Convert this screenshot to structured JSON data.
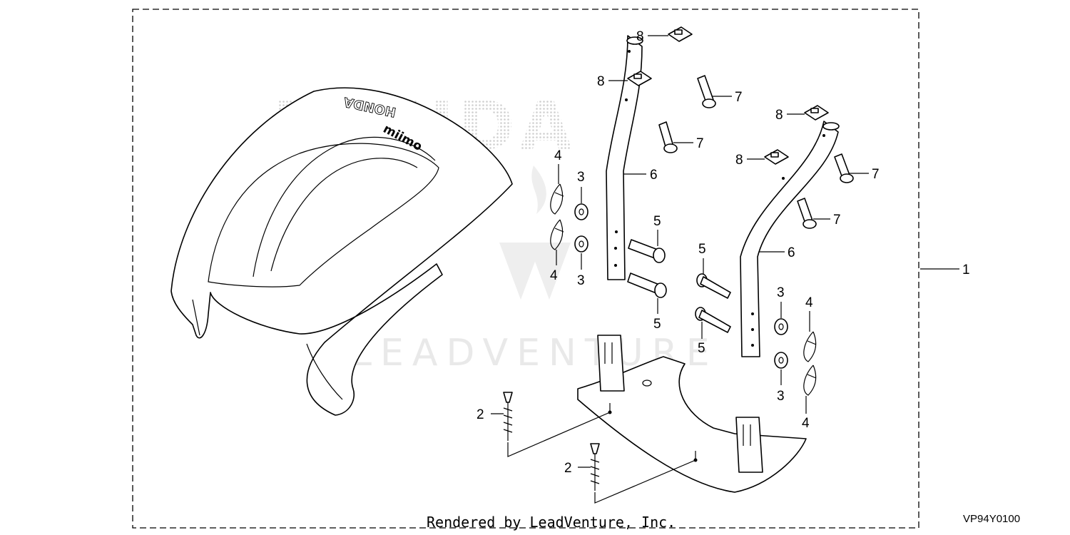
{
  "watermark": {
    "brand": "HONDA",
    "company": "LEADVENTURE"
  },
  "callouts": [
    {
      "id": "c1",
      "label": "1"
    },
    {
      "id": "c2a",
      "label": "2"
    },
    {
      "id": "c2b",
      "label": "2"
    },
    {
      "id": "c3a",
      "label": "3"
    },
    {
      "id": "c3b",
      "label": "3"
    },
    {
      "id": "c3c",
      "label": "3"
    },
    {
      "id": "c3d",
      "label": "3"
    },
    {
      "id": "c4a",
      "label": "4"
    },
    {
      "id": "c4b",
      "label": "4"
    },
    {
      "id": "c4c",
      "label": "4"
    },
    {
      "id": "c4d",
      "label": "4"
    },
    {
      "id": "c5a",
      "label": "5"
    },
    {
      "id": "c5b",
      "label": "5"
    },
    {
      "id": "c5c",
      "label": "5"
    },
    {
      "id": "c5d",
      "label": "5"
    },
    {
      "id": "c6a",
      "label": "6"
    },
    {
      "id": "c6b",
      "label": "6"
    },
    {
      "id": "c7a",
      "label": "7"
    },
    {
      "id": "c7b",
      "label": "7"
    },
    {
      "id": "c7c",
      "label": "7"
    },
    {
      "id": "c7d",
      "label": "7"
    },
    {
      "id": "c8a",
      "label": "8"
    },
    {
      "id": "c8b",
      "label": "8"
    },
    {
      "id": "c8c",
      "label": "8"
    },
    {
      "id": "c8d",
      "label": "8"
    }
  ],
  "cover_logo": {
    "brand": "HONDA",
    "model": "miimo"
  },
  "footer": {
    "credit": "Rendered by LeadVenture, Inc.",
    "ref_code": "VP94Y0100"
  }
}
